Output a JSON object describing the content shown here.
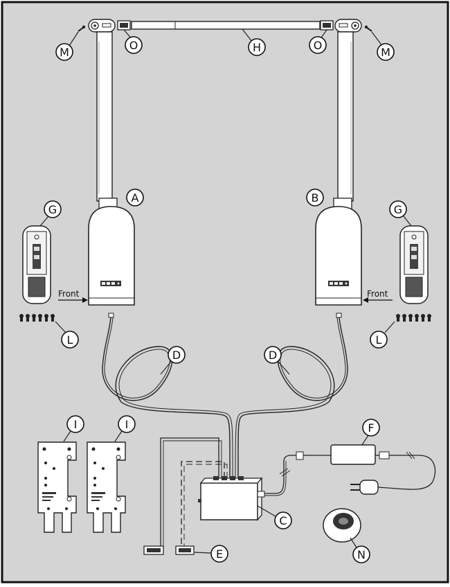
{
  "colors": {
    "background": "#d4d4d4",
    "frame": "#111111",
    "part_fill": "#ffffff",
    "line": "#1a1a1a"
  },
  "labels": {
    "A": "A",
    "B": "B",
    "C": "C",
    "D": "D",
    "E": "E",
    "F": "F",
    "G": "G",
    "H": "H",
    "I": "I",
    "L": "L",
    "M": "M",
    "N": "N",
    "O": "O"
  },
  "text": {
    "front_left": "Front",
    "front_right": "Front"
  },
  "icons": {
    "motor_left": "drive-motor-unit",
    "motor_right": "drive-motor-unit",
    "control_box": "control-box",
    "power_adapter": "power-adapter",
    "remote": "remote-control",
    "mounting_plate": "mounting-plate",
    "end_cap": "end-cap-bracket"
  }
}
